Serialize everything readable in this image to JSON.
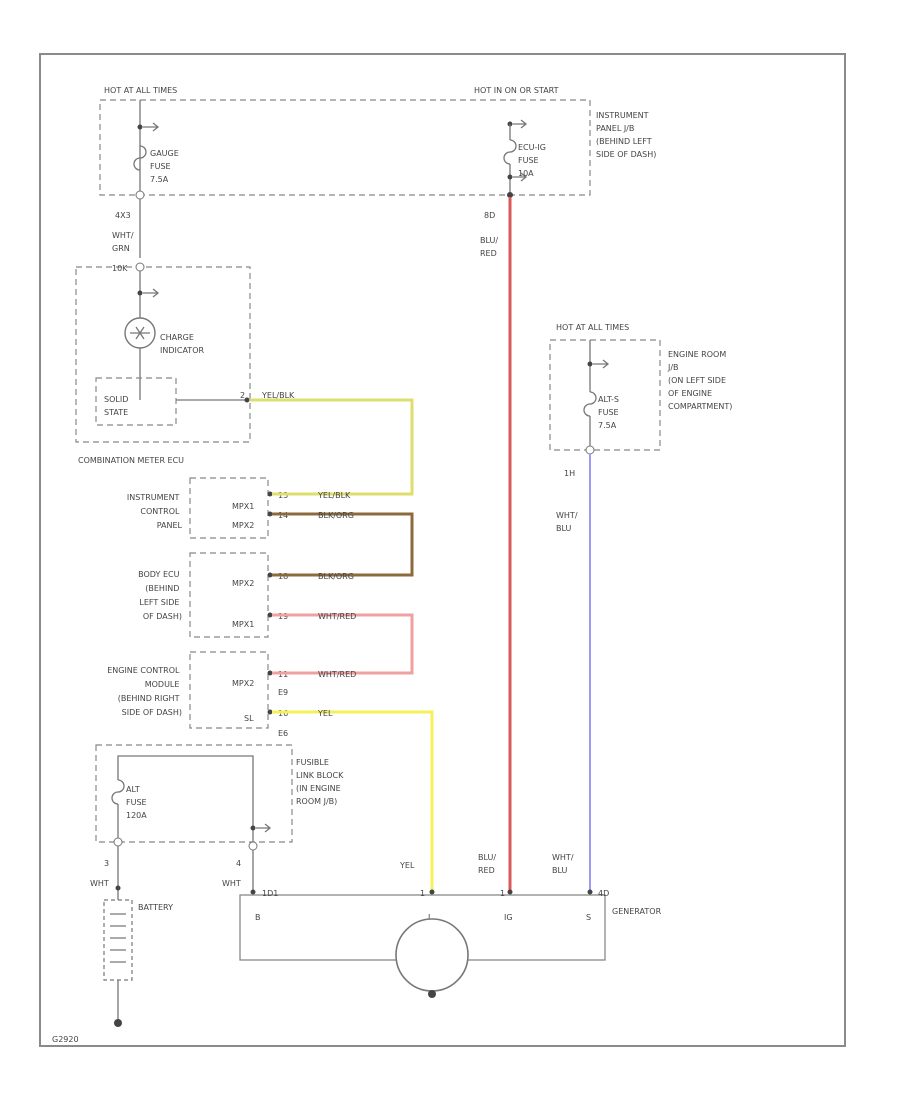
{
  "diagram": {
    "figure_id": "G2920",
    "power_sources": {
      "hot_at_all_times_left": "HOT AT ALL TIMES",
      "hot_in_on_or_start": "HOT IN ON OR START",
      "hot_at_all_times_right": "HOT AT ALL TIMES"
    },
    "fuses": {
      "gauge": [
        "GAUGE",
        "FUSE",
        "7.5A"
      ],
      "ecu_ig": [
        "ECU-IG",
        "FUSE",
        "10A"
      ],
      "alt_s": [
        "ALT-S",
        "FUSE",
        "7.5A"
      ],
      "alt": [
        "ALT",
        "FUSE",
        "120A"
      ]
    },
    "boxes": {
      "instrument_panel_jb": [
        "INSTRUMENT",
        "PANEL J/B",
        "(BEHIND LEFT",
        "SIDE OF DASH)"
      ],
      "engine_room_jb": [
        "ENGINE ROOM",
        "J/B",
        "(ON LEFT SIDE",
        "OF ENGINE",
        "COMPARTMENT)"
      ],
      "fusible_link_block": [
        "FUSIBLE",
        "LINK BLOCK",
        "(IN ENGINE",
        "ROOM J/B)"
      ],
      "combination_meter": "COMBINATION METER ECU",
      "charge_indicator": [
        "CHARGE",
        "INDICATOR"
      ],
      "solid_state": [
        "SOLID",
        "STATE"
      ],
      "instrument_control_panel": [
        "INSTRUMENT",
        "CONTROL",
        "PANEL"
      ],
      "body_ecu": [
        "BODY ECU",
        "(BEHIND",
        "LEFT SIDE",
        "OF DASH)"
      ],
      "engine_control_module": [
        "ENGINE CONTROL",
        "MODULE",
        "(BEHIND RIGHT",
        "SIDE OF DASH)"
      ],
      "battery": "BATTERY",
      "generator": "GENERATOR"
    },
    "connectors": {
      "gauge_out": "4X3",
      "ecu_ig_out": "8D",
      "alt_s_out": "1H",
      "meter_in": "10K",
      "solid_state_pin": "2",
      "icp_pin1": "13",
      "icp_pin2": "14",
      "icp_mpx1": "MPX1",
      "icp_mpx2": "MPX2",
      "body_pin1": "18",
      "body_pin2": "19",
      "body_mpx1": "MPX2",
      "body_mpx2": "MPX1",
      "ecm_pin1": "11",
      "ecm_pin2": "16",
      "ecm_mpx": "MPX2",
      "ecm_conn1": "E9",
      "ecm_conn2": "E6",
      "ecm_sl": "SL",
      "alt_pin": "3",
      "link_pin": "4",
      "gen_b_conn": "1D1",
      "gen_l_conn": "1",
      "gen_ig_conn": "1",
      "gen_s_conn": "4D",
      "gen_b": "B",
      "gen_l": "L",
      "gen_ig": "IG",
      "gen_s": "S"
    },
    "wires": {
      "wht_grn": [
        "WHT/",
        "GRN"
      ],
      "blu_red_top": [
        "BLU/",
        "RED"
      ],
      "wht_blu_top": [
        "WHT/",
        "BLU"
      ],
      "yel_blk_1": "YEL/BLK",
      "yel_blk_2": "YEL/BLK",
      "blk_org_1": "BLK/ORG",
      "blk_org_2": "BLK/ORG",
      "wht_red_1": "WHT/RED",
      "wht_red_2": "WHT/RED",
      "yel": "YEL",
      "yel_bottom": "YEL",
      "blu_red_bottom": [
        "BLU/",
        "RED"
      ],
      "wht_blu_bottom": [
        "WHT/",
        "BLU"
      ],
      "wht_battery": "WHT",
      "wht_link": "WHT"
    },
    "colors": {
      "yel_blk": "#dede6e",
      "blk_org": "#8c6a3c",
      "wht_red": "#f0a0a0",
      "yel": "#f4f05a",
      "blu_red": "#d85a5a",
      "wht_blu": "#9c9cf4",
      "frame": "#8a8a8a"
    }
  }
}
